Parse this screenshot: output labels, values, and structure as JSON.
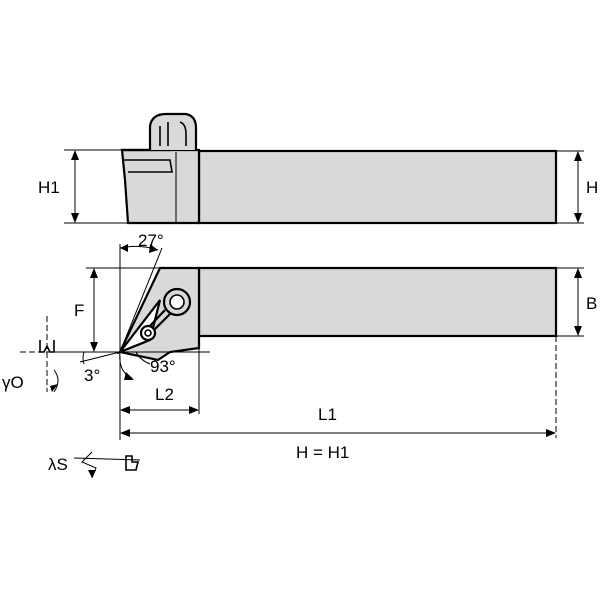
{
  "labels": {
    "h1_side": "H1",
    "h_right": "H",
    "b_right": "B",
    "f": "F",
    "angle_27": "27°",
    "angle_93": "93°",
    "angle_3": "3°",
    "gamma_o": "γO",
    "l2": "L2",
    "l1": "L1",
    "h_eq_h1": "H = H1",
    "lambda_s": "λS"
  },
  "colors": {
    "body_fill": "#d9d9d9",
    "line": "#000000",
    "background": "#ffffff"
  }
}
